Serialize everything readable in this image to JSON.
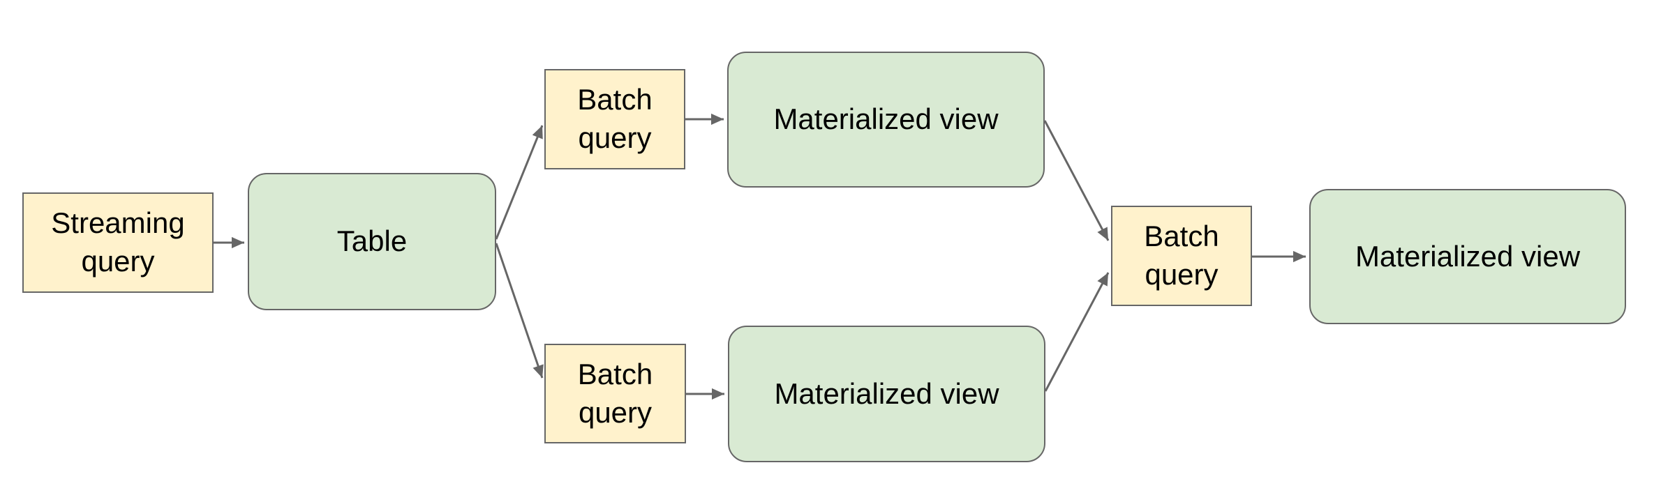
{
  "diagram": {
    "nodes": {
      "streaming_query": {
        "label": "Streaming query",
        "shape": "rectangle",
        "fill": "#fff2cc"
      },
      "table": {
        "label": "Table",
        "shape": "rounded",
        "fill": "#d9ead3"
      },
      "batch_query_top": {
        "label": "Batch query",
        "shape": "rectangle",
        "fill": "#fff2cc"
      },
      "materialized_view_top": {
        "label": "Materialized view",
        "shape": "rounded",
        "fill": "#d9ead3"
      },
      "batch_query_bottom": {
        "label": "Batch query",
        "shape": "rectangle",
        "fill": "#fff2cc"
      },
      "materialized_view_bottom": {
        "label": "Materialized view",
        "shape": "rounded",
        "fill": "#d9ead3"
      },
      "batch_query_right": {
        "label": "Batch query",
        "shape": "rectangle",
        "fill": "#fff2cc"
      },
      "materialized_view_right": {
        "label": "Materialized view",
        "shape": "rounded",
        "fill": "#d9ead3"
      }
    },
    "edges": [
      {
        "from": "streaming_query",
        "to": "table"
      },
      {
        "from": "table",
        "to": "batch_query_top"
      },
      {
        "from": "table",
        "to": "batch_query_bottom"
      },
      {
        "from": "batch_query_top",
        "to": "materialized_view_top"
      },
      {
        "from": "batch_query_bottom",
        "to": "materialized_view_bottom"
      },
      {
        "from": "materialized_view_top",
        "to": "batch_query_right"
      },
      {
        "from": "materialized_view_bottom",
        "to": "batch_query_right"
      },
      {
        "from": "batch_query_right",
        "to": "materialized_view_right"
      }
    ],
    "colors": {
      "query_fill": "#fff2cc",
      "dataset_fill": "#d9ead3",
      "border": "#666666",
      "arrow": "#666666",
      "text": "#000000",
      "background": "#ffffff"
    }
  }
}
